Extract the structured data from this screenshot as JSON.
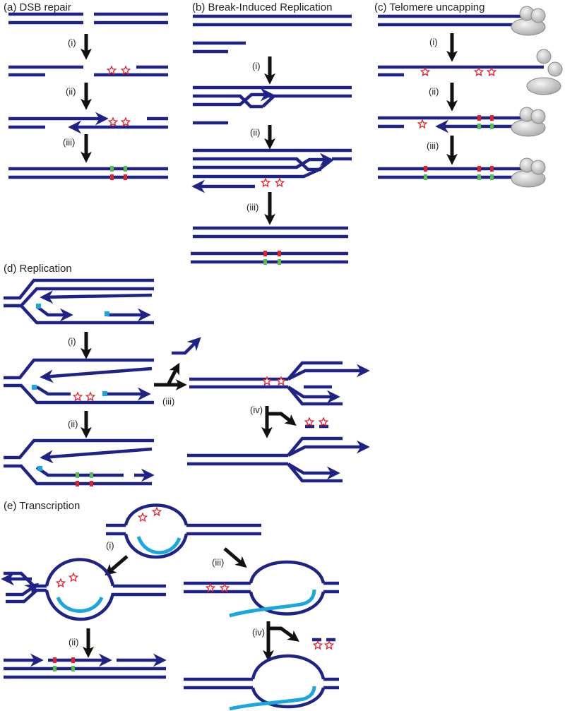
{
  "panels": {
    "a": {
      "title": "(a) DSB repair",
      "steps": [
        "(i)",
        "(ii)",
        "(iii)"
      ]
    },
    "b": {
      "title": "(b) Break-Induced Replication",
      "steps": [
        "(i)",
        "(ii)",
        "(iii)"
      ]
    },
    "c": {
      "title": "(c) Telomere uncapping",
      "steps": [
        "(i)",
        "(ii)",
        "(iii)"
      ]
    },
    "d": {
      "title": "(d) Replication",
      "steps": [
        "(i)",
        "(ii)",
        "(iii)",
        "(iv)"
      ]
    },
    "e": {
      "title": "(e) Transcription",
      "steps": [
        "(i)",
        "(ii)",
        "(iii)",
        "(iv)"
      ]
    }
  },
  "colors": {
    "dna": "#1f2385",
    "arrow": "#111111",
    "rna": "#1aa7e0",
    "mismatch_red": "#e0202a",
    "mismatch_green": "#5dba4e",
    "damage_star": "#e0202a",
    "protein": "#c8c8c8",
    "primer": "#1aa7e0"
  }
}
